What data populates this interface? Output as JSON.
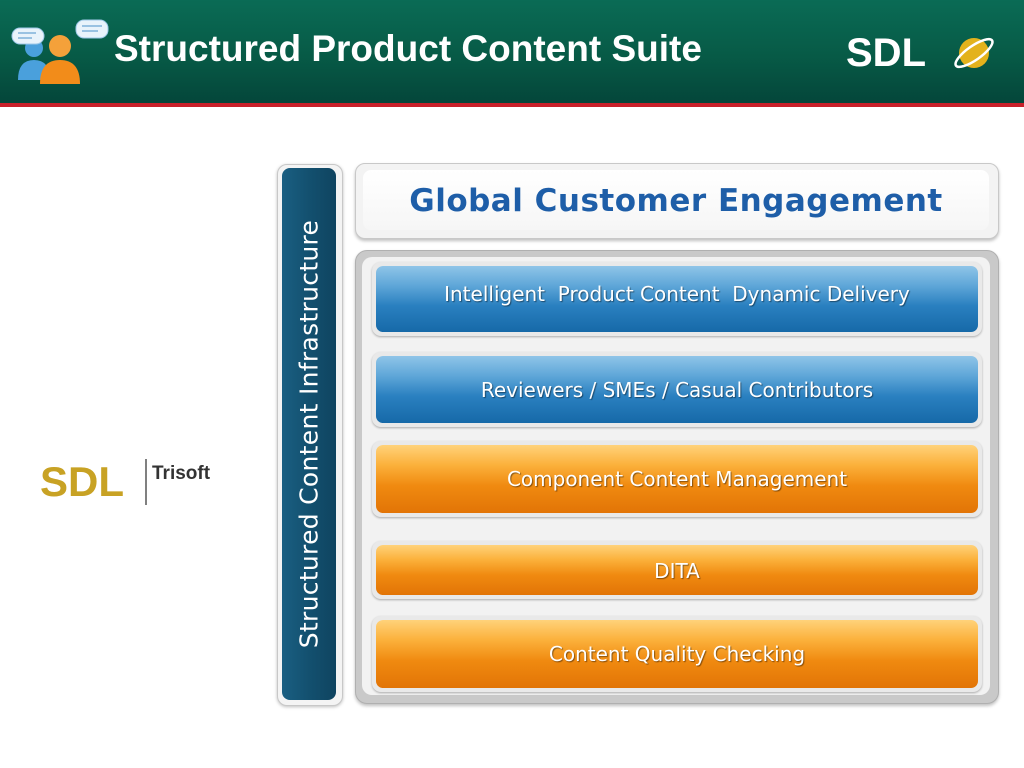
{
  "header": {
    "title": "Structured Product Content Suite",
    "brand_logo": "SDL",
    "icon": "people-chat-icon",
    "colors": {
      "header_green": "#075a46",
      "accent_red": "#c8202a"
    }
  },
  "left_logo": {
    "brand": "SDL",
    "product": "Trisoft"
  },
  "diagram": {
    "vertical_label": "Structured Content Infrastructure",
    "top_box": "Global Customer Engagement",
    "layers": [
      {
        "label": "Intelligent  Product Content  Dynamic Delivery",
        "color": "blue"
      },
      {
        "label": "Reviewers / SMEs / Casual Contributors",
        "color": "blue"
      },
      {
        "label": "Component Content Management",
        "color": "orange"
      },
      {
        "label": "DITA",
        "color": "orange"
      },
      {
        "label": "Content Quality Checking",
        "color": "orange"
      }
    ],
    "colors": {
      "blue": "#2a80c0",
      "orange": "#f08a10",
      "navy": "#13506f",
      "title_blue": "#1e5ea8"
    }
  }
}
